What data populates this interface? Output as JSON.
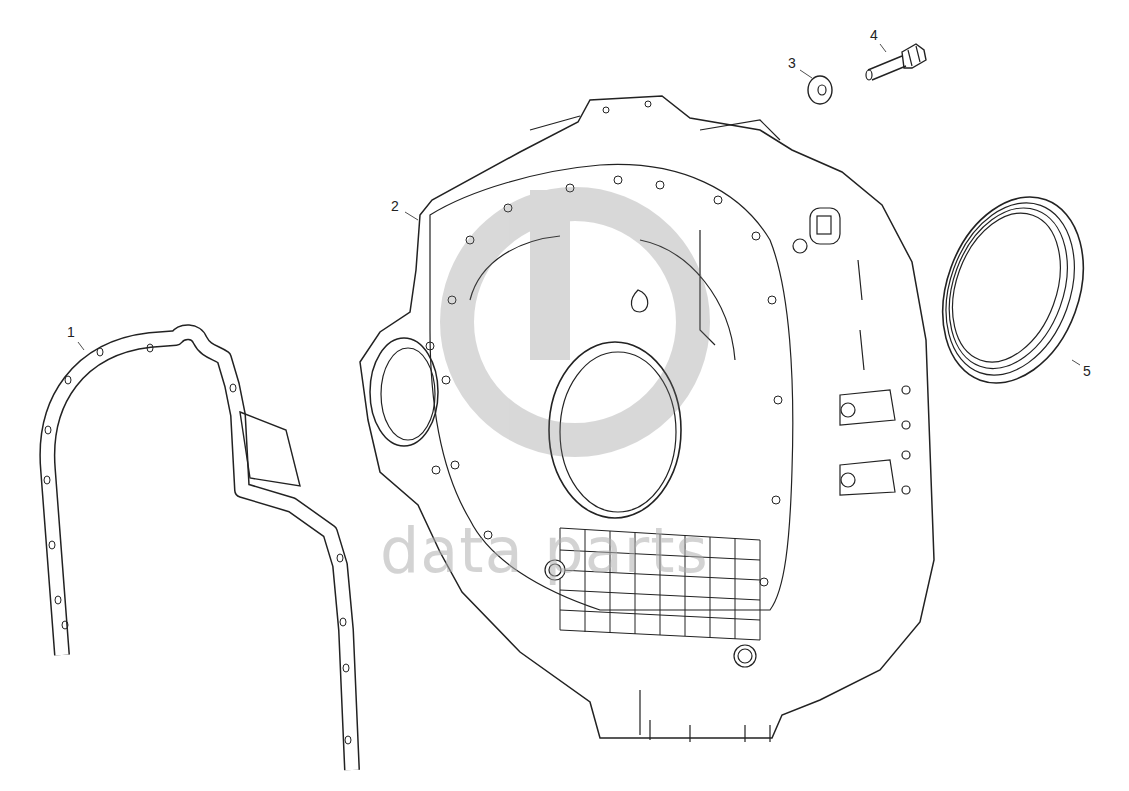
{
  "diagram": {
    "labels": [
      "1",
      "2",
      "3",
      "4",
      "5",
      "data parts"
    ]
  }
}
